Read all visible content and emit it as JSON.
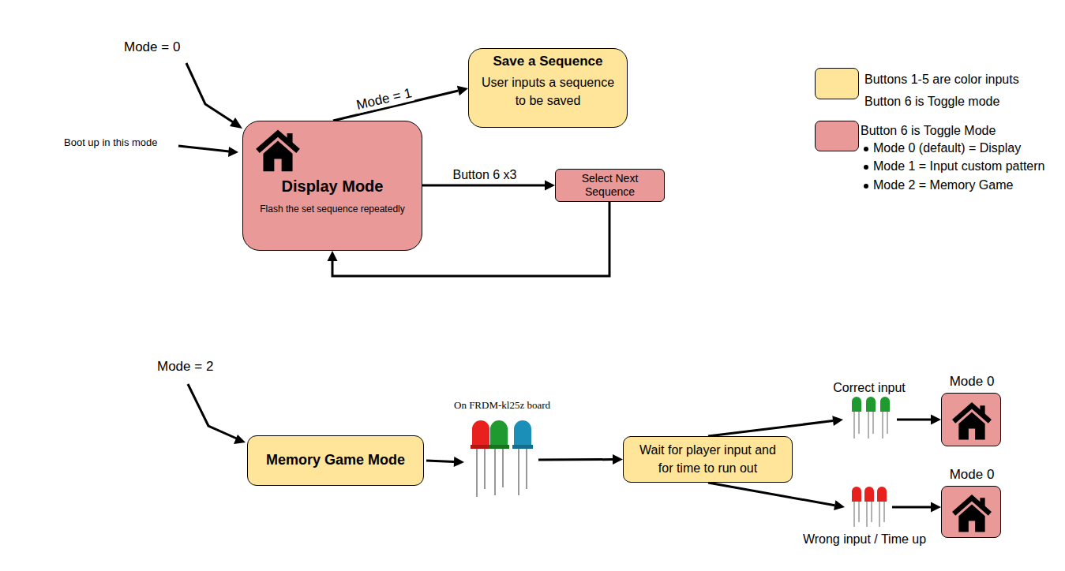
{
  "diagram": {
    "nodes": [
      {
        "text": [
          "Display Mode",
          "Flash the set sequence repeatedly"
        ]
      },
      {
        "text": [
          "Save a Sequence",
          "User inputs a sequence to be saved"
        ]
      },
      {
        "text": [
          "Select Next Sequence"
        ]
      },
      {
        "text": [
          "Memory Game Mode"
        ]
      },
      {
        "text": [
          "Wait for player input and for time to run out"
        ]
      },
      {
        "text": [
          "Mode 0"
        ]
      },
      {
        "text": [
          "Mode 0"
        ]
      }
    ],
    "edges": [
      {
        "from": 0,
        "to": 1,
        "arrow": "to",
        "label": "Mode = 1"
      },
      {
        "from": 0,
        "to": 2,
        "arrow": "to",
        "label": "Button 6 x3"
      },
      {
        "from": 2,
        "to": 0,
        "arrow": "to"
      },
      {
        "from": 3,
        "to": 4,
        "arrow": "to"
      },
      {
        "from": 4,
        "to": 5,
        "arrow": "to",
        "label": "Correct input"
      },
      {
        "from": 4,
        "to": 6,
        "arrow": "to",
        "label": "Wrong input / Time up"
      }
    ],
    "labels": [
      "Mode = 0",
      "Boot up in this mode",
      "Mode = 2",
      "On FRDM-kl25z board",
      "Mode 0 (default) = Display",
      "Mode 1 = Input custom pattern",
      "Mode 2 = Memory Game"
    ],
    "legend": [
      {
        "text": "Buttons 1-5 are color inputs Button 6 is Toggle mode",
        "color": "#ffe599"
      },
      {
        "text": "Button 6 is Toggle Mode",
        "color": "#ea9999"
      }
    ]
  }
}
